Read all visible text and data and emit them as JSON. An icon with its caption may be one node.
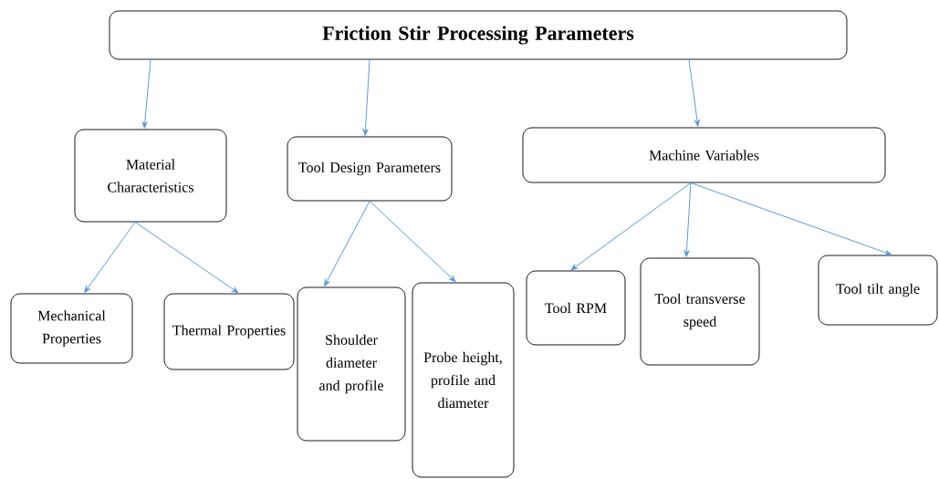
{
  "diagram": {
    "nodes": [
      {
        "text": [
          "Friction Stir  Processing Parameters"
        ]
      },
      {
        "text": [
          "Material Characteristics"
        ]
      },
      {
        "text": [
          "Tool Design Parameters"
        ]
      },
      {
        "text": [
          "Machine Variables"
        ]
      },
      {
        "text": [
          "Mechanical Properties"
        ]
      },
      {
        "text": [
          "Thermal Properties"
        ]
      },
      {
        "text": [
          "Shoulder diameter and profile"
        ]
      },
      {
        "text": [
          "Probe height, profile and diameter"
        ]
      },
      {
        "text": [
          "Tool RPM"
        ]
      },
      {
        "text": [
          "Tool transverse speed"
        ]
      },
      {
        "text": [
          "Tool tilt angle"
        ]
      }
    ],
    "edges": [
      {
        "from": 0,
        "to": 1,
        "arrow": "to"
      },
      {
        "from": 0,
        "to": 2,
        "arrow": "to"
      },
      {
        "from": 0,
        "to": 3,
        "arrow": "to"
      },
      {
        "from": 1,
        "to": 4,
        "arrow": "to"
      },
      {
        "from": 1,
        "to": 5,
        "arrow": "to"
      },
      {
        "from": 2,
        "to": 6,
        "arrow": "to"
      },
      {
        "from": 2,
        "to": 7,
        "arrow": "to"
      },
      {
        "from": 3,
        "to": 8,
        "arrow": "to"
      },
      {
        "from": 3,
        "to": 9,
        "arrow": "to"
      },
      {
        "from": 3,
        "to": 10,
        "arrow": "to"
      }
    ]
  }
}
